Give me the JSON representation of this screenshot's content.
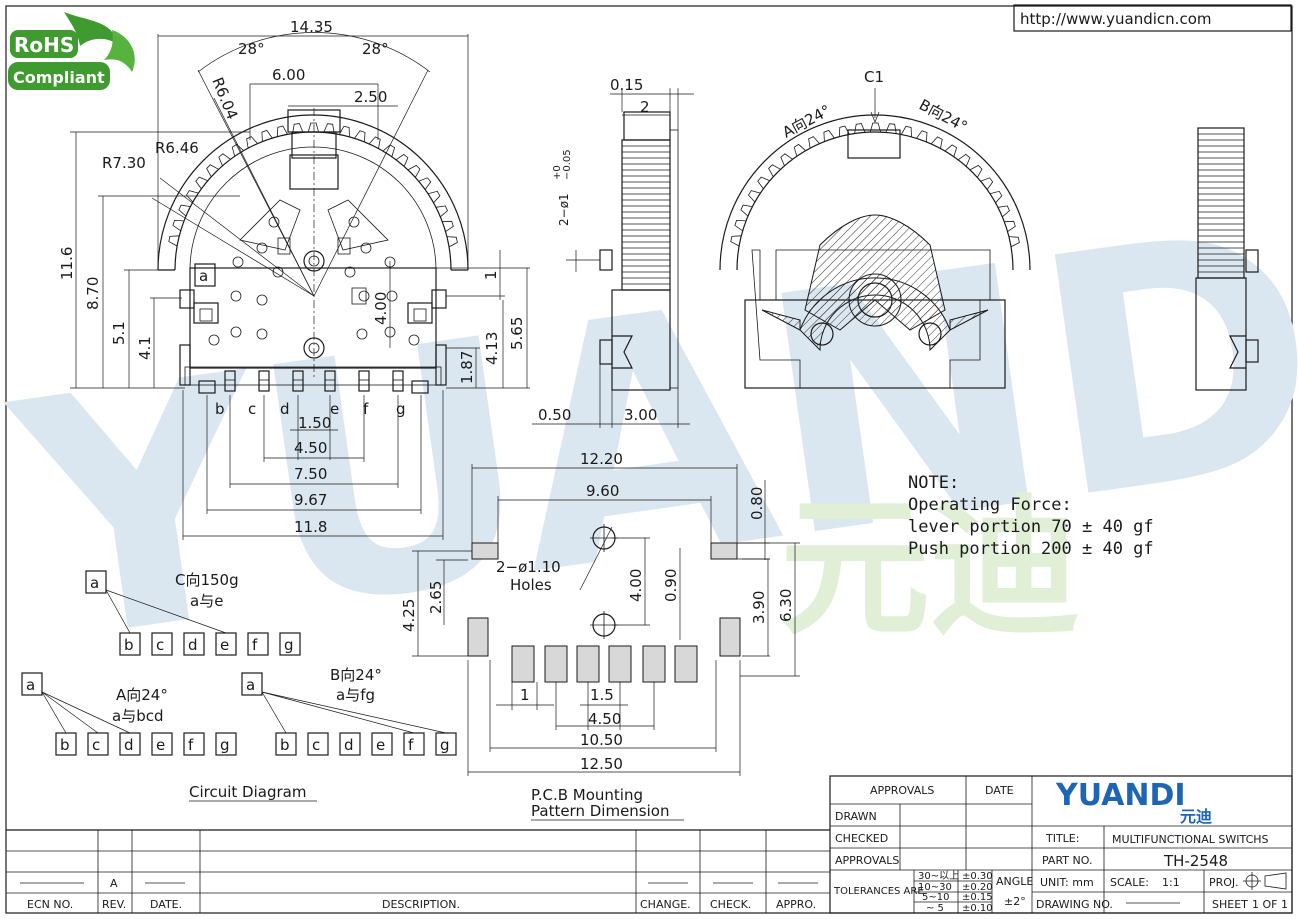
{
  "url": "http://www.yuandicn.com",
  "rohs": {
    "top": "RoHS",
    "bottom": "Compliant"
  },
  "watermark": {
    "latin": "YUANDI",
    "cjk": "元迪"
  },
  "front_view": {
    "dims": {
      "w_total": "14.35",
      "angle_l": "28°",
      "angle_r": "28°",
      "w_600": "6.00",
      "w_250": "2.50",
      "r604": "R6.04",
      "r646": "R6.46",
      "r730": "R7.30",
      "h116": "11.6",
      "h870": "8.70",
      "h51": "5.1",
      "h41": "4.1",
      "h400": "4.00",
      "h1": "1",
      "h565": "5.65",
      "h413": "4.13",
      "h187": "1.87",
      "b150": "1.50",
      "b450": "4.50",
      "b750": "7.50",
      "b967": "9.67",
      "b118": "11.8"
    },
    "label_a": "a",
    "pins": [
      "b",
      "c",
      "d",
      "e",
      "f",
      "g"
    ]
  },
  "side_view": {
    "d015": "0.15",
    "d2": "2",
    "hole": "2−ø1",
    "hole_tol": "+0",
    "hole_tol2": "−0.05",
    "d050": "0.50",
    "d300": "3.00"
  },
  "back_view": {
    "c1": "C1",
    "a_dir": "A向24°",
    "b_dir": "B向24°"
  },
  "note": {
    "title": "NOTE:",
    "line1": "Operating Force:",
    "line2": "lever portion 70 ± 40 gf",
    "line3": "Push portion 200 ± 40 gf"
  },
  "pcb": {
    "d1220": "12.20",
    "d960": "9.60",
    "d080": "0.80",
    "holes": "2−ø1.10",
    "holes_label": "Holes",
    "d425": "4.25",
    "d265": "2.65",
    "d400": "4.00",
    "d090": "0.90",
    "d390": "3.90",
    "d630": "6.30",
    "d1": "1",
    "d15": "1.5",
    "d450": "4.50",
    "d1050": "10.50",
    "d1250": "12.50",
    "title1": "P.C.B Mounting",
    "title2": "Pattern Dimension"
  },
  "circuit": {
    "c_title": "C向150g",
    "c_sub": "a与e",
    "a_title": "A向24°",
    "a_sub": "a与bcd",
    "b_title": "B向24°",
    "b_sub": "a与fg",
    "caption": "Circuit Diagram",
    "label_a": "a",
    "pins": [
      "b",
      "c",
      "d",
      "e",
      "f",
      "g"
    ]
  },
  "titleblock": {
    "approvals": "APPROVALS",
    "date": "DATE",
    "drawn": "DRAWN",
    "checked": "CHECKED",
    "approvals2": "APPROVALS",
    "tolerances": "TOLERANCES ARE",
    "tol_rows": [
      [
        "30~以上",
        "±0.30"
      ],
      [
        "10~30",
        "±0.20"
      ],
      [
        "5~10",
        "±0.15"
      ],
      [
        "~ 5",
        "±0.10"
      ]
    ],
    "angle": "ANGLE",
    "angle_val": "±2°",
    "logo": "YUANDI",
    "logo_cjk": "元迪",
    "title_label": "TITLE:",
    "title": "MULTIFUNCTIONAL SWITCHS",
    "part_label": "PART NO.",
    "part": "TH-2548",
    "unit": "UNIT: mm",
    "scale": "SCALE:",
    "scale_val": "1:1",
    "proj": "PROJ.",
    "drawing_no": "DRAWING NO.",
    "sheet": "SHEET",
    "sheet_val": "1 OF 1",
    "rev_a": "A",
    "ecn": "ECN NO.",
    "rev": "REV.",
    "date2": "DATE.",
    "description": "DESCRIPTION.",
    "change": "CHANGE.",
    "check": "CHECK.",
    "appro": "APPRO."
  },
  "colors": {
    "watermark": "#dbe7f0",
    "watermark_green": "#e0efd6",
    "logo": "#1e66b4",
    "rohs_green": "#3f9a2f"
  }
}
